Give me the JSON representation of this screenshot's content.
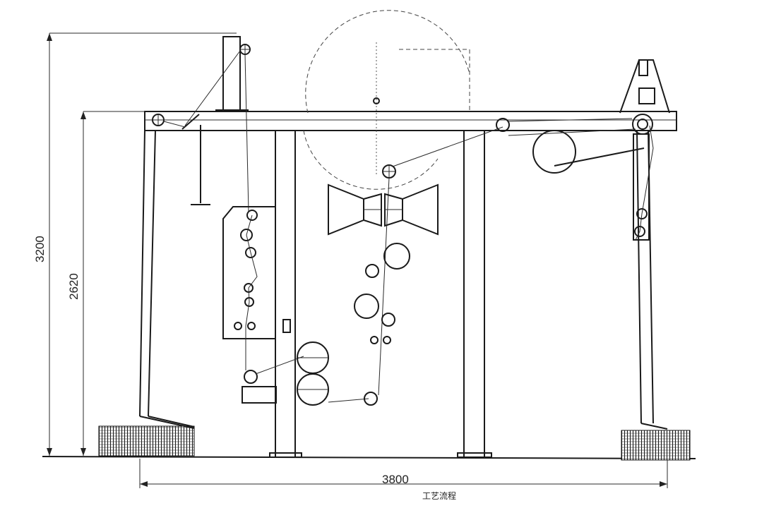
{
  "dimensions": {
    "overall_height": "3200",
    "frame_height": "2620",
    "overall_width": "3800"
  },
  "caption": "工艺流程"
}
